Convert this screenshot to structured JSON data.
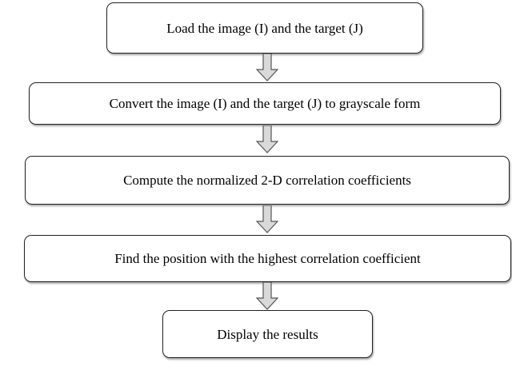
{
  "flowchart": {
    "steps": [
      {
        "label": "Load the image (I) and the target (J)"
      },
      {
        "label": "Convert the image (I) and the target (J) to grayscale form"
      },
      {
        "label": "Compute the normalized 2-D correlation coefficients"
      },
      {
        "label": "Find the position with the highest correlation coefficient"
      },
      {
        "label": "Display the results"
      }
    ],
    "arrow_icon": "down-arrow-icon",
    "colors": {
      "box_border": "#222222",
      "arrow_fill": "#d9d9d9",
      "arrow_stroke": "#555555"
    }
  }
}
